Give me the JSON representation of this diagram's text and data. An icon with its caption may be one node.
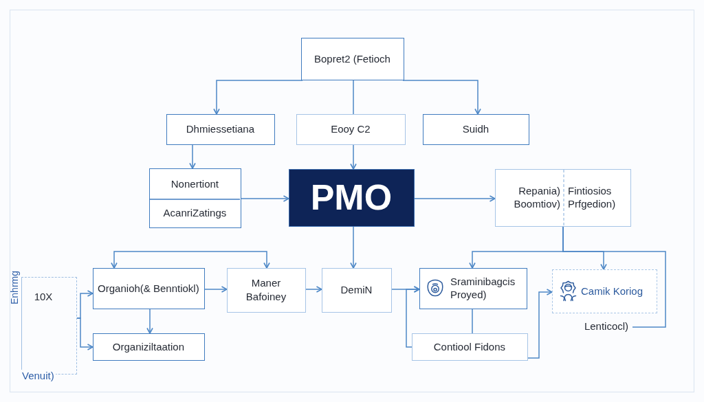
{
  "diagram": {
    "nodes": [
      {
        "text": [
          "Bopret2 (Fetioch"
        ]
      },
      {
        "text": [
          "Dhmiessetiana"
        ]
      },
      {
        "text": [
          "Eooy C2"
        ]
      },
      {
        "text": [
          "Suidh"
        ]
      },
      {
        "text": [
          "Nonertiont",
          "AcanriZatings"
        ]
      },
      {
        "text": [
          "PMO"
        ]
      },
      {
        "text": [
          "Repania) Boomtiov)",
          "Fintiosios Prfgedion)"
        ]
      },
      {
        "text": [
          "10X"
        ],
        "beside": [
          "Enhrmg",
          "Venuit)"
        ]
      },
      {
        "text": [
          "Organioh(& Benntiokl)"
        ]
      },
      {
        "text": [
          "Maner Bafoiney"
        ]
      },
      {
        "text": [
          "DemiN"
        ]
      },
      {
        "text": [
          "Sraminibagcis Proyed)"
        ]
      },
      {
        "text": [
          "Camik Koriog"
        ]
      },
      {
        "text": [
          "Lenticocl)"
        ]
      },
      {
        "text": [
          "Organiziltaation"
        ]
      },
      {
        "text": [
          "Contiool Fidons"
        ]
      }
    ],
    "edges": [
      {
        "from": 0,
        "to": 1,
        "arrow": "to"
      },
      {
        "from": 0,
        "to": 3,
        "arrow": "to"
      },
      {
        "from": 0,
        "to": 2,
        "arrow": "none"
      },
      {
        "from": 2,
        "to": 5,
        "arrow": "to"
      },
      {
        "from": 1,
        "to": 4,
        "arrow": "to"
      },
      {
        "from": 4,
        "to": 5,
        "arrow": "to"
      },
      {
        "from": 5,
        "to": 6,
        "arrow": "to"
      },
      {
        "from": 6,
        "to": 11,
        "arrow": "to"
      },
      {
        "from": 6,
        "to": 12,
        "arrow": "to"
      },
      {
        "from": 6,
        "to": 13,
        "arrow": "none"
      },
      {
        "from": 8,
        "to": 9,
        "arrow": "both"
      },
      {
        "from": 7,
        "to": 8,
        "arrow": "to"
      },
      {
        "from": 7,
        "to": 14,
        "arrow": "to"
      },
      {
        "from": 8,
        "to": 14,
        "arrow": "to"
      },
      {
        "from": 8,
        "to": 9,
        "arrow": "to"
      },
      {
        "from": 9,
        "to": 10,
        "arrow": "to"
      },
      {
        "from": 5,
        "to": 10,
        "arrow": "to"
      },
      {
        "from": 10,
        "to": 11,
        "arrow": "to"
      },
      {
        "from": 15,
        "to": 11,
        "arrow": "to"
      },
      {
        "from": 11,
        "to": 15,
        "arrow": "none"
      },
      {
        "from": 15,
        "to": 12,
        "arrow": "to"
      }
    ]
  }
}
